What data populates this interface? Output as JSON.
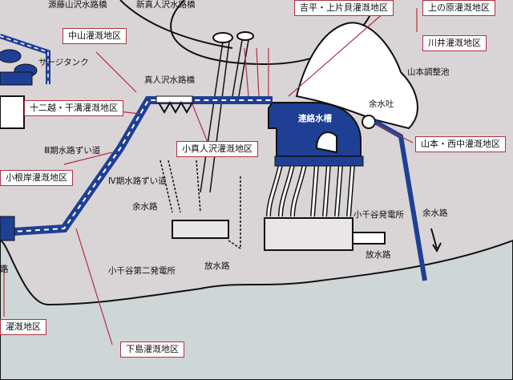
{
  "labels": {
    "top_cut_1": "源藤山沢水路橋",
    "top_cut_2": "新真人沢水路橋",
    "surge_tank": "サージタンク",
    "manitozawa_bridge": "真人沢水路橋",
    "tunnel_3": "Ⅲ期水路ずい道",
    "tunnel_4": "Ⅳ期水路ずい道",
    "spillway_left": "余水路",
    "spillway_right": "余水路",
    "yamamoto_pond": "山本調整池",
    "overflow": "余水吐",
    "link_tank": "連絡水槽",
    "otani_plant": "小千谷発電所",
    "otani_second_plant": "小千谷第二発電所",
    "discharge_left": "放水路",
    "discharge_right": "放水路",
    "left_cut": "路"
  },
  "districts": {
    "yoshihira": "吉平・上片貝灌漑地区",
    "uenohara": "上の原灌漑地区",
    "kawai": "川井灌漑地区",
    "nakayama": "中山灌漑地区",
    "junikoshi": "十二越・干溝灌漑地区",
    "kone": "小根岸灌漑地区",
    "komanitozawa": "小真人沢灌漑地区",
    "yamamoto_nishinaka": "山本・西中灌漑地区",
    "shimojima": "下島灌漑地区",
    "left_bottom": "濯漑地区"
  },
  "colors": {
    "background": "#d9d4d6",
    "water_blue": "#1e3f94",
    "river": "#cfd6d8",
    "leader_red": "#b23040"
  }
}
